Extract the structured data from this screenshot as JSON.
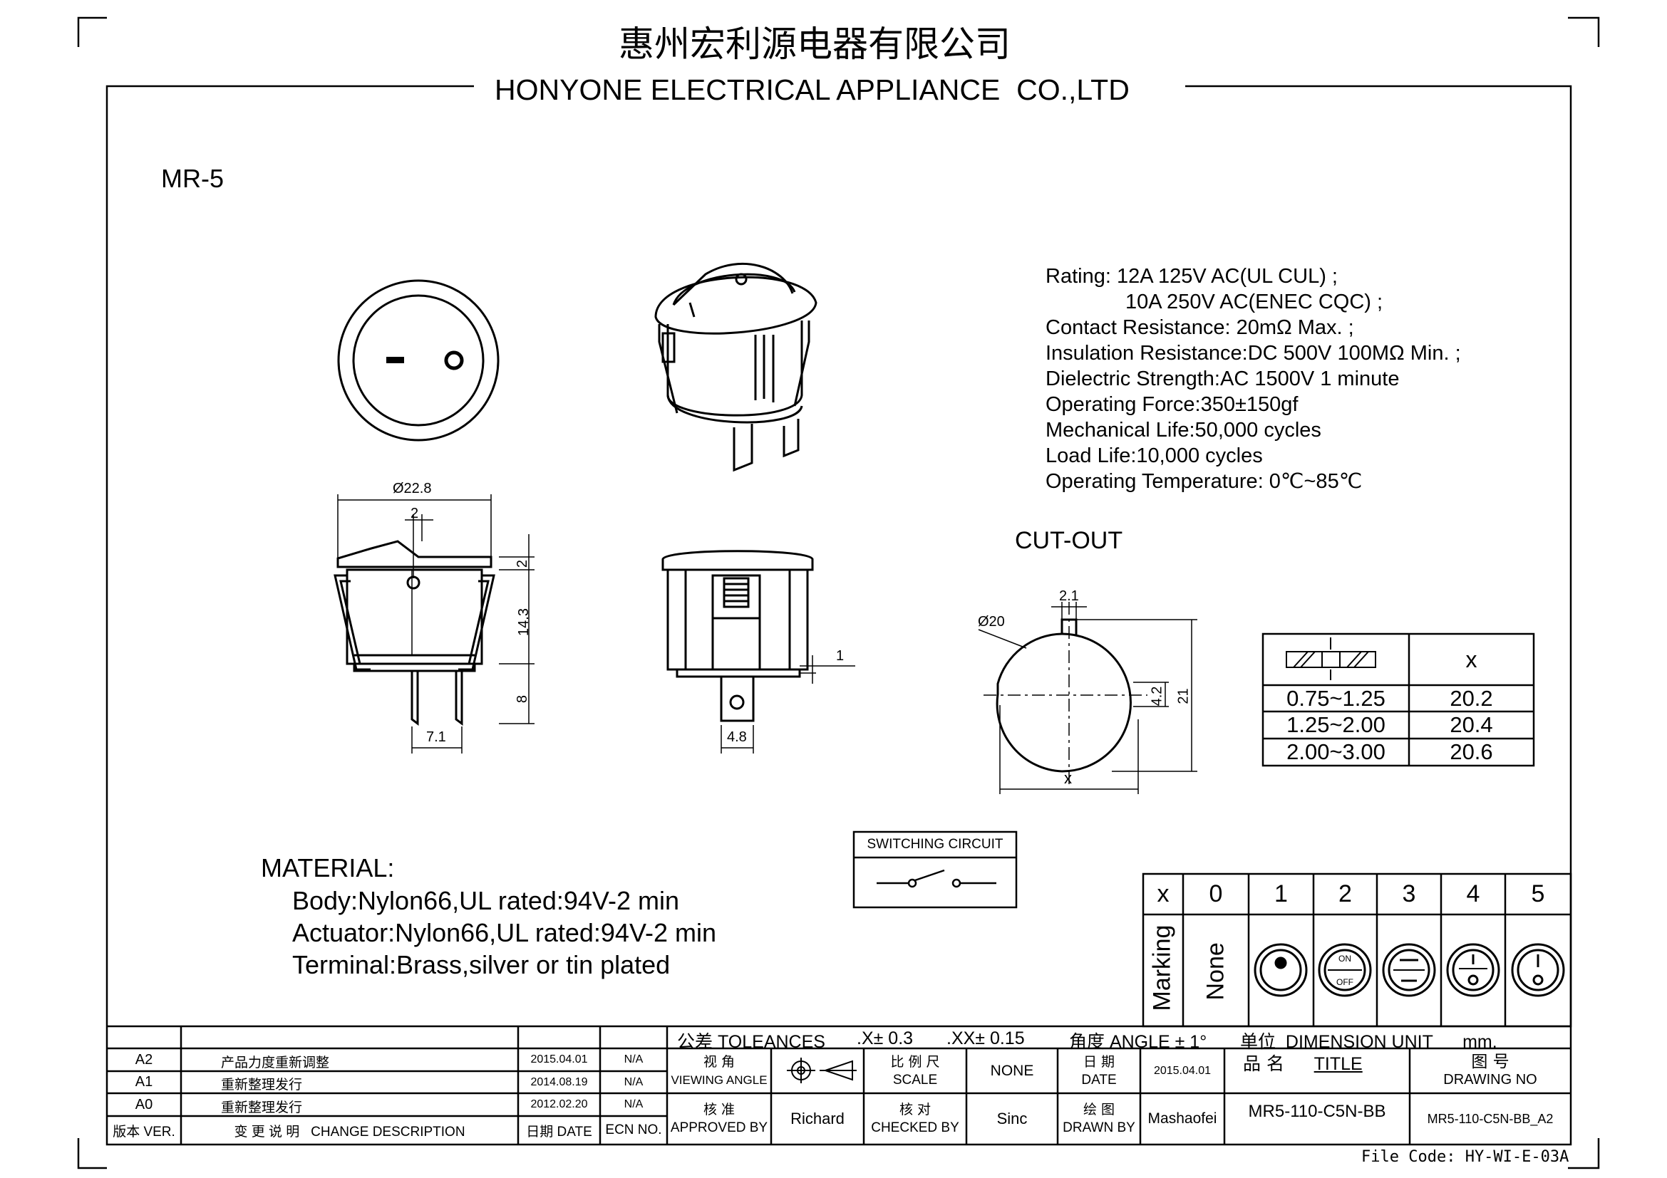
{
  "header": {
    "company_cn": "惠州宏利源电器有限公司",
    "company_en": "HONYONE ELECTRICAL APPLIANCE  CO.,LTD"
  },
  "model": "MR-5",
  "specs": [
    "Rating: 12A   125V AC(UL CUL) ;",
    "10A   250V AC(ENEC CQC) ;",
    "Contact Resistance: 20mΩ Max. ;",
    "Insulation Resistance:DC 500V 100MΩ  Min. ;",
    "Dielectric Strength:AC 1500V 1 minute",
    "Operating Force:350±150gf",
    "Mechanical Life:50,000 cycles",
    "Load Life:10,000 cycles",
    "Operating Temperature: 0℃~85℃"
  ],
  "dimensions": {
    "diameter": "Ø22.8",
    "actuator_offset": "2",
    "flange": "2",
    "body_height": "14.3",
    "terminal_length": "8",
    "terminal_pitch": "7.1",
    "terminal_width": "4.8",
    "terminal_thickness": "1"
  },
  "cutout": {
    "title": "CUT-OUT",
    "diameter": "Ø20",
    "key_width": "2.1",
    "key_depth": "4.2",
    "height": "21",
    "width": "x"
  },
  "thickness_table": {
    "header_x": "x",
    "rows": [
      {
        "range": "0.75~1.25",
        "x": "20.2"
      },
      {
        "range": "1.25~2.00",
        "x": "20.4"
      },
      {
        "range": "2.00~3.00",
        "x": "20.6"
      }
    ]
  },
  "switching_circuit": "SWITCHING CIRCUIT",
  "material": {
    "title": "MATERIAL:",
    "lines": [
      "Body:Nylon66,UL rated:94V-2 min",
      "Actuator:Nylon66,UL rated:94V-2 min",
      "Terminal:Brass,silver or tin plated"
    ]
  },
  "marking": {
    "label": "Marking",
    "none": "None",
    "header": [
      "x",
      "0",
      "1",
      "2",
      "3",
      "4",
      "5"
    ],
    "icon_on": "ON",
    "icon_off": "OFF"
  },
  "title_block": {
    "tolerance_cn": "公差",
    "tolerance_en": "TOLEANCES",
    "tol_x": ".X± 0.3",
    "tol_xx": ".XX± 0.15",
    "angle": "角度 ANGLE ± 1°",
    "unit_cn": "单位",
    "unit_en": "DIMENSION UNIT",
    "unit_val": "mm.",
    "revisions": [
      {
        "ver": "A2",
        "desc": "产品力度重新调整",
        "date": "2015.04.01",
        "ecn": "N/A"
      },
      {
        "ver": "A1",
        "desc": "重新整理发行",
        "date": "2014.08.19",
        "ecn": "N/A"
      },
      {
        "ver": "A0",
        "desc": "重新整理发行",
        "date": "2012.02.20",
        "ecn": "N/A"
      }
    ],
    "hdr_ver": "版本 VER.",
    "hdr_desc": "变 更 说 明   CHANGE DESCRIPTION",
    "hdr_date": "日期 DATE",
    "hdr_ecn": "ECN NO.",
    "view_cn": "视 角",
    "view_en": "VIEWING ANGLE",
    "scale_cn": "比 例 尺",
    "scale_en": "SCALE",
    "scale_val": "NONE",
    "date_cn": "日 期",
    "date_en": "DATE",
    "date_val": "2015.04.01",
    "title_cn": "品 名",
    "title_en": "TITLE",
    "drawing_cn": "图 号",
    "drawing_en": "DRAWING NO",
    "approved_cn": "核 准",
    "approved_en": "APPROVED BY",
    "approved_val": "Richard",
    "checked_cn": "核 对",
    "checked_en": "CHECKED BY",
    "checked_val": "Sinc",
    "drawn_cn": "绘 图",
    "drawn_en": "DRAWN BY",
    "drawn_val": "Mashaofei",
    "title_val": "MR5-110-C5N-BB",
    "drawing_val": "MR5-110-C5N-BB_A2"
  },
  "file_code": "File Code: HY-WI-E-03A"
}
